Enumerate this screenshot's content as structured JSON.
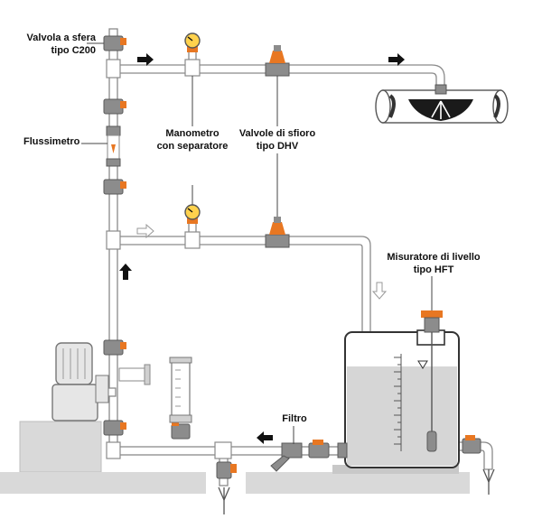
{
  "labels": {
    "ball_valve": [
      "Valvola a sfera",
      "tipo C200"
    ],
    "flowmeter": "Flussimetro",
    "pressure_gauge": [
      "Manometro",
      "con separatore"
    ],
    "relief_valves": [
      "Valvole di sfioro",
      "tipo DHV"
    ],
    "level_meter": [
      "Misuratore di livello",
      "tipo HFT"
    ],
    "filter": "Filtro"
  },
  "colors": {
    "pipe_fill": "#ffffff",
    "pipe_outline": "#8a8a8a",
    "fitting_gray": "#8c8c8c",
    "valve_orange": "#e87722",
    "ground_fill": "#d9d9d9",
    "tank_liquid": "#d6d6d6",
    "gauge_face": "#ffd24d",
    "arrow_black": "#111111"
  }
}
